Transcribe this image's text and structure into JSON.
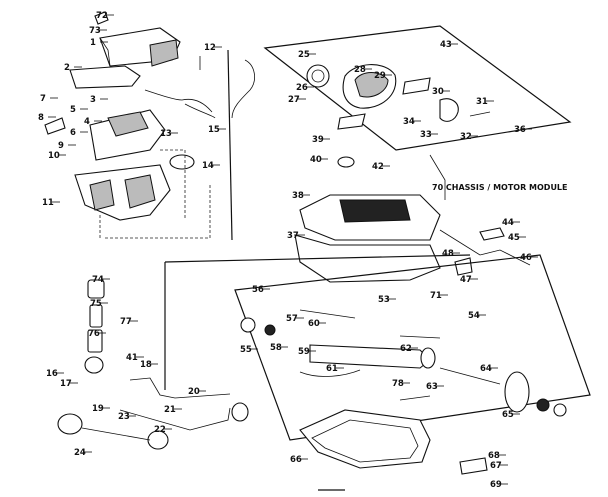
{
  "diagram": {
    "module_caption": "70 CHASSIS / MOTOR MODULE",
    "part_numbers": [
      "72",
      "73",
      "1",
      "2",
      "12",
      "3",
      "7",
      "8",
      "5",
      "6",
      "4",
      "13",
      "9",
      "10",
      "14",
      "11",
      "15",
      "25",
      "26",
      "27",
      "28",
      "29",
      "30",
      "31",
      "43",
      "34",
      "33",
      "32",
      "36",
      "39",
      "40",
      "42",
      "38",
      "37",
      "44",
      "45",
      "46",
      "48",
      "47",
      "71",
      "53",
      "54",
      "56",
      "57",
      "60",
      "55",
      "58",
      "59",
      "61",
      "62",
      "63",
      "64",
      "65",
      "78",
      "74",
      "75",
      "77",
      "76",
      "16",
      "17",
      "41",
      "18",
      "20",
      "19",
      "21",
      "22",
      "23",
      "24",
      "66",
      "67",
      "68",
      "69"
    ]
  }
}
